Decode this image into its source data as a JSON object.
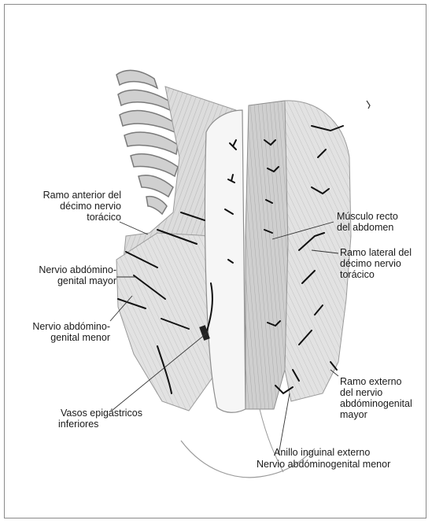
{
  "labels": {
    "ramo_anterior": [
      "Ramo anterior del",
      "décimo nervio",
      "torácico"
    ],
    "nervio_mayor": [
      "Nervio abdómino-",
      "genital mayor"
    ],
    "nervio_menor": [
      "Nervio abdómino-",
      "genital menor"
    ],
    "vasos": [
      "Vasos epigástricos",
      "inferiores"
    ],
    "musculo_recto": [
      "Músculo recto",
      "del abdomen"
    ],
    "ramo_lateral": [
      "Ramo lateral del",
      "décimo nervio",
      "torácico"
    ],
    "ramo_externo": [
      "Ramo externo",
      "del nervio",
      "abdóminogenital",
      "mayor"
    ],
    "anillo": "Anillo inguinal externo",
    "nervio_abd_menor": "Nervio abdóminogenital menor"
  },
  "colors": {
    "ink": "#1a1a1a",
    "muscle_fill": "#d9d9d9",
    "muscle_dark": "#bdbdbd",
    "frame": "#8a8a8a"
  }
}
